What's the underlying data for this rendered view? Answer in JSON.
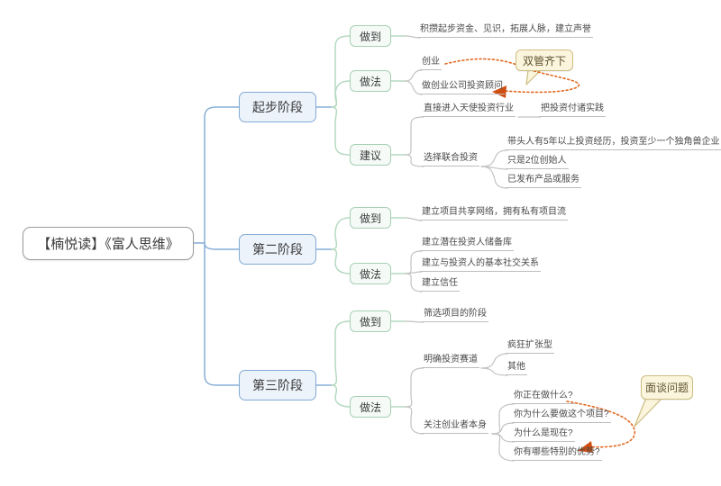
{
  "root": {
    "label": "【楠悦读】《富人思维》"
  },
  "branches": [
    {
      "label": "起步阶段",
      "children": [
        {
          "label": "做到",
          "children": [
            {
              "label": "积攒起步资金、见识，拓展人脉，建立声誉"
            }
          ]
        },
        {
          "label": "做法",
          "children": [
            {
              "label": "创业"
            },
            {
              "label": "做创业公司投资顾问"
            }
          ]
        },
        {
          "label": "建议",
          "children": [
            {
              "label": "直接进入天使投资行业",
              "children": [
                {
                  "label": "把投资付诸实践"
                }
              ]
            },
            {
              "label": "选择联合投资",
              "children": [
                {
                  "label": "带头人有5年以上投资经历，投资至少一个独角兽企业"
                },
                {
                  "label": "只是2位创始人"
                },
                {
                  "label": "已发布产品或服务"
                }
              ]
            }
          ]
        }
      ]
    },
    {
      "label": "第二阶段",
      "children": [
        {
          "label": "做到",
          "children": [
            {
              "label": "建立项目共享网络，拥有私有项目流"
            }
          ]
        },
        {
          "label": "做法",
          "children": [
            {
              "label": "建立潜在投资人储备库"
            },
            {
              "label": "建立与投资人的基本社交关系"
            },
            {
              "label": "建立信任"
            }
          ]
        }
      ]
    },
    {
      "label": "第三阶段",
      "children": [
        {
          "label": "做到",
          "children": [
            {
              "label": "筛选项目的阶段"
            }
          ]
        },
        {
          "label": "做法",
          "children": [
            {
              "label": "明确投资赛道",
              "children": [
                {
                  "label": "疯狂扩张型"
                },
                {
                  "label": "其他"
                }
              ]
            },
            {
              "label": "关注创业者本身",
              "children": [
                {
                  "label": "你正在做什么?"
                },
                {
                  "label": "你为什么要做这个项目?"
                },
                {
                  "label": "为什么是现在?"
                },
                {
                  "label": "你有哪些特别的优势?"
                }
              ]
            }
          ]
        }
      ]
    }
  ],
  "callouts": [
    {
      "label": "双管齐下"
    },
    {
      "label": "面谈问题"
    }
  ],
  "colors": {
    "main_branch_border": "#82aad4",
    "main_branch_fill": "#ecf3fb",
    "sub_branch_border": "#a6d0b4",
    "sub_branch_fill": "#f5faf7",
    "leaf_line": "#bdbdbd",
    "callout_fill": "#fbf5dd",
    "callout_border": "#ccbd82",
    "arrow": "#e2681f"
  }
}
